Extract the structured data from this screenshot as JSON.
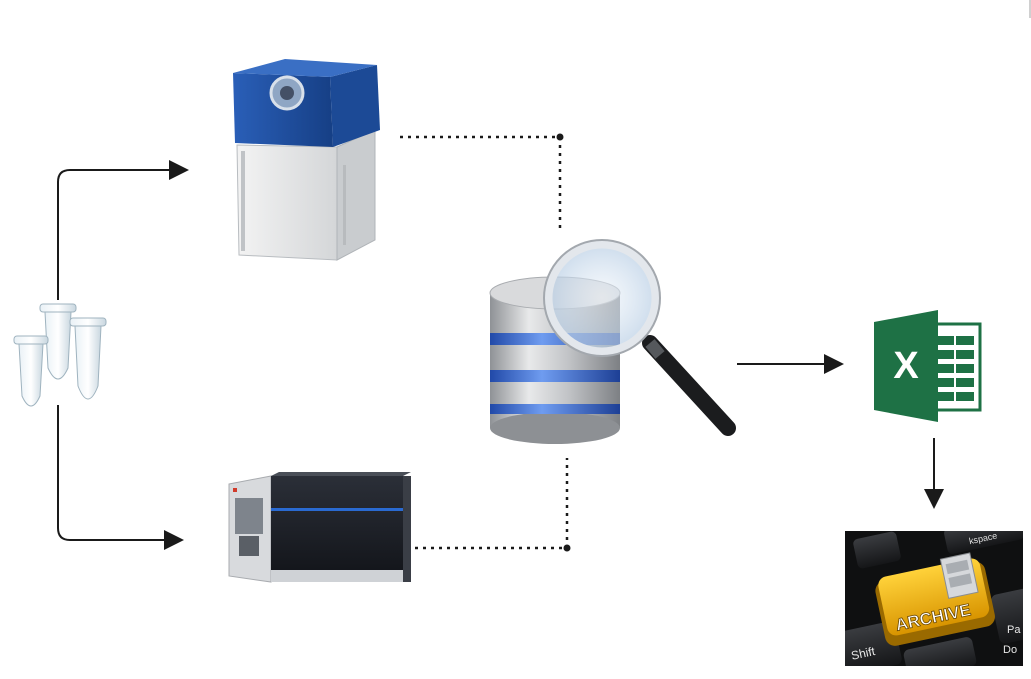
{
  "archive_key": {
    "label": "ARCHIVE",
    "side_key_text": "Shift",
    "top_key_text": "kspace",
    "right_key_text_1": "Pa",
    "right_key_text_2": "Do"
  },
  "excel_icon": {
    "letter": "X",
    "brand_color": "#1e7145"
  },
  "colors": {
    "arrow": "#1a1a1a",
    "dotted_line": "#1a1a1a",
    "db_band": "#3d6fd9",
    "db_silver": "#c9c9c9",
    "instrument_blue": "#1f4e9c",
    "key_yellow": "#f0b400"
  }
}
